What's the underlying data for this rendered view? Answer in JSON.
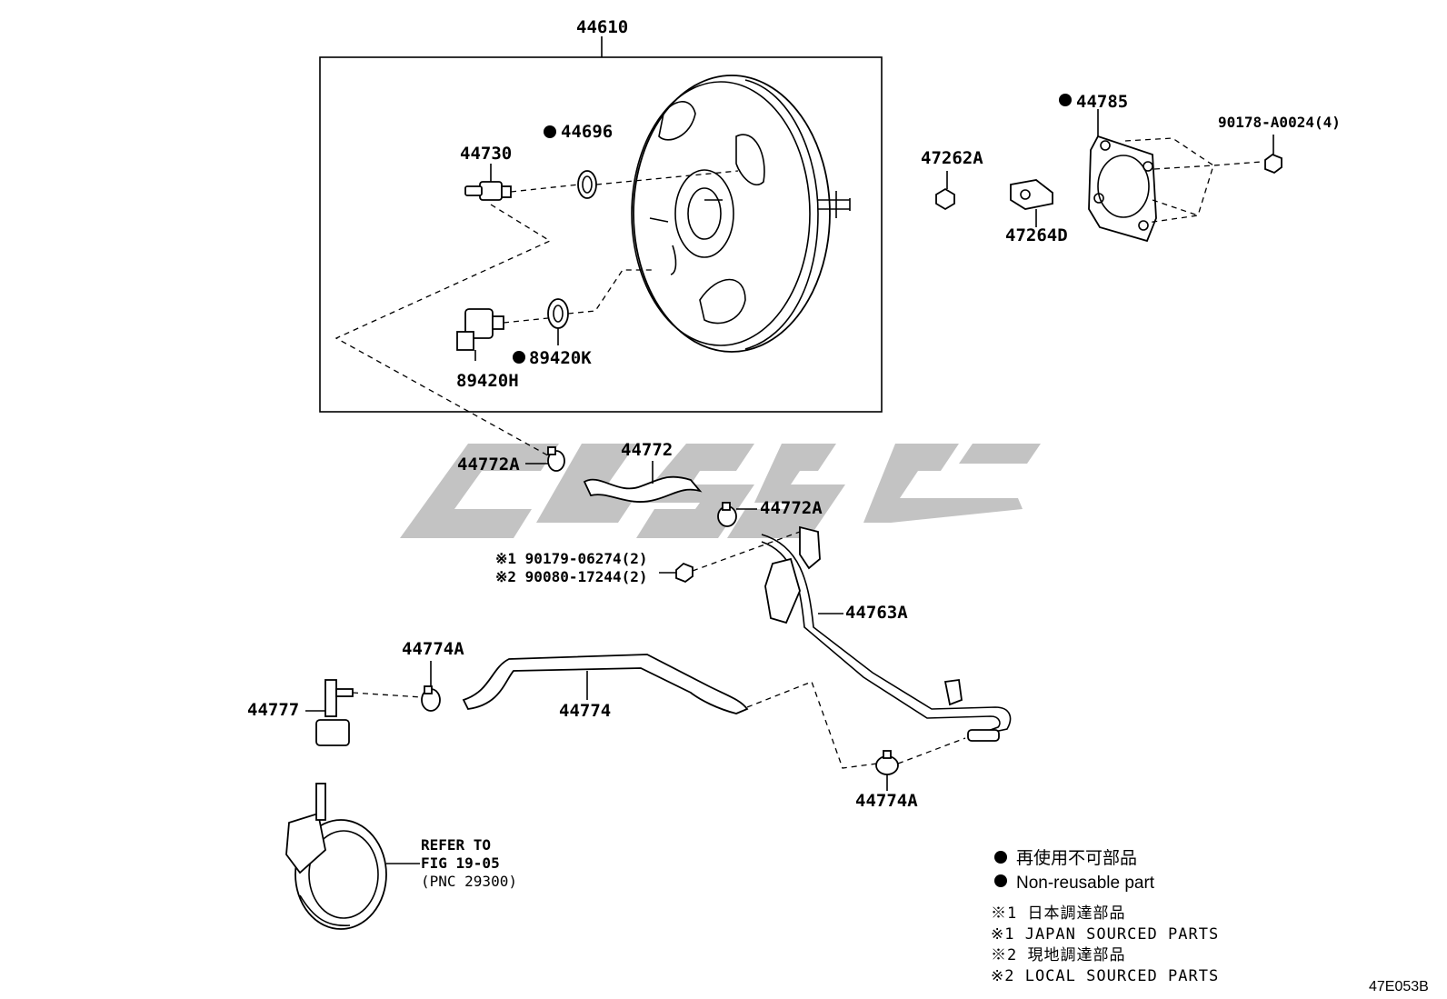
{
  "diagram": {
    "parts": {
      "p44610": "44610",
      "p44730": "44730",
      "p44696": "44696",
      "p89420H": "89420H",
      "p89420K": "89420K",
      "p47262A": "47262A",
      "p47264D": "47264D",
      "p44785": "44785",
      "p90178": "90178-A0024(4)",
      "p44772A_1": "44772A",
      "p44772": "44772",
      "p44772A_2": "44772A",
      "p90179": "※1 90179-06274(2)",
      "p90080": "※2 90080-17244(2)",
      "p44763A": "44763A",
      "p44774A_1": "44774A",
      "p44777": "44777",
      "p44774": "44774",
      "p44774A_2": "44774A"
    },
    "refer": {
      "line1": "REFER TO",
      "line2": "FIG 19-05",
      "line3": "(PNC 29300)"
    },
    "legend": {
      "nonreusable_jp": "再使用不可部品",
      "nonreusable_en": "Non-reusable part",
      "s1_jp": "※1 日本調達部品",
      "s1_en": "※1 JAPAN SOURCED PARTS",
      "s2_jp": "※2 現地調達部品",
      "s2_en": "※2 LOCAL SOURCED PARTS"
    },
    "figure_code": "47E053B"
  }
}
